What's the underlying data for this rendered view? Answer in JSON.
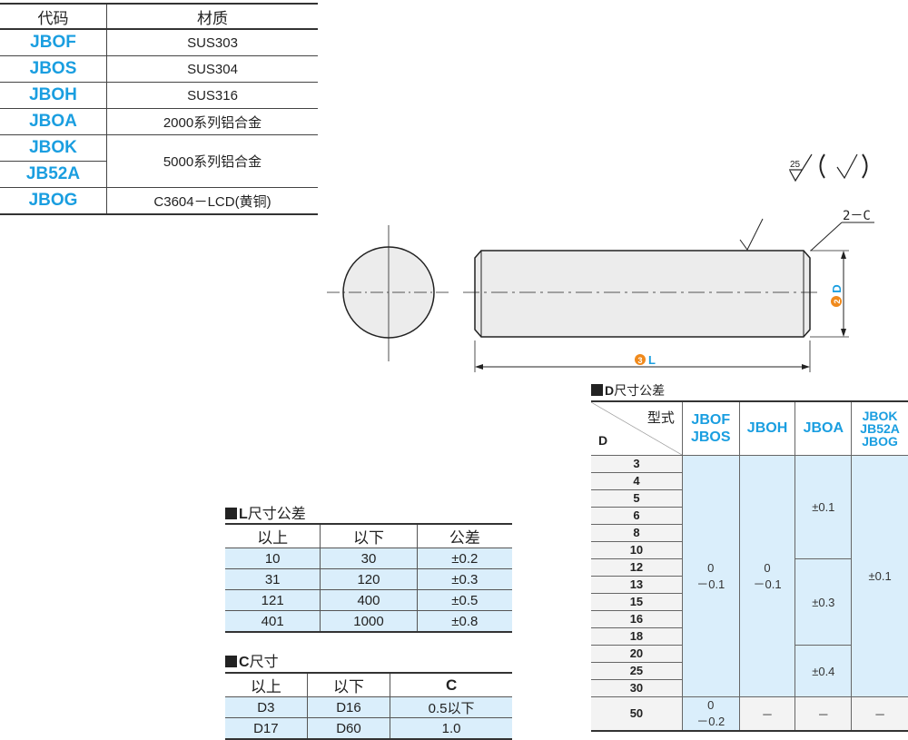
{
  "materials": {
    "headers": [
      "代码",
      "材质"
    ],
    "rows": [
      {
        "codes": [
          "JBOF"
        ],
        "material": "SUS303"
      },
      {
        "codes": [
          "JBOS"
        ],
        "material": "SUS304"
      },
      {
        "codes": [
          "JBOH"
        ],
        "material": "SUS316"
      },
      {
        "codes": [
          "JBOA"
        ],
        "material": "2000系列铝合金"
      },
      {
        "codes": [
          "JBOK",
          "JB52A"
        ],
        "material": "5000系列铝合金"
      },
      {
        "codes": [
          "JBOG"
        ],
        "material": "C3604－LCD(黄铜)"
      }
    ]
  },
  "drawing": {
    "roughness": "25",
    "chamfer_label": "2－C",
    "dim_d": "D",
    "dim_d_num": "2",
    "dim_l": "L",
    "dim_l_num": "3"
  },
  "l_tolerance": {
    "title_bold": "L",
    "title": "尺寸公差",
    "headers": [
      "以上",
      "以下",
      "公差"
    ],
    "rows": [
      [
        "10",
        "30",
        "±0.2"
      ],
      [
        "31",
        "120",
        "±0.3"
      ],
      [
        "121",
        "400",
        "±0.5"
      ],
      [
        "401",
        "1000",
        "±0.8"
      ]
    ]
  },
  "c_dimension": {
    "title_bold": "C",
    "title": "尺寸",
    "headers": [
      "以上",
      "以下",
      "C"
    ],
    "rows": [
      [
        "D3",
        "D16",
        "0.5以下"
      ],
      [
        "D17",
        "D60",
        "1.0"
      ]
    ]
  },
  "d_tolerance": {
    "title_bold": "D",
    "title": "尺寸公差",
    "header_type": "型式",
    "header_d": "D",
    "col_jbof": "JBOF\nJBOS",
    "col_jboh": "JBOH",
    "col_jboa": "JBOA",
    "col_jbok": "JBOK\nJB52A\nJBOG",
    "d_values": [
      "3",
      "4",
      "5",
      "6",
      "8",
      "10",
      "12",
      "13",
      "15",
      "16",
      "18",
      "20",
      "25",
      "30"
    ],
    "tol_upper_0": "0",
    "tol_lower_01": "－0.1",
    "tol_lower_02": "－0.2",
    "tol_pm01": "±0.1",
    "tol_pm03": "±0.3",
    "tol_pm04": "±0.4",
    "d50": "50",
    "dash": "－"
  }
}
